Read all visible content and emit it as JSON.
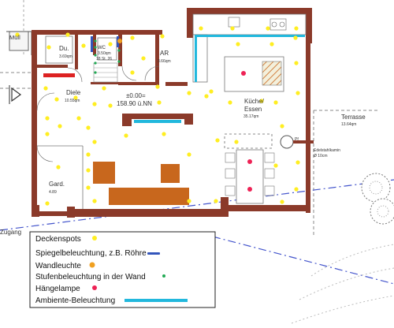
{
  "rooms": {
    "muell": "Müll",
    "du": "Du.",
    "du_area": "3.69qm",
    "wc": "WC",
    "wc_area": "3.50qm",
    "wc_sub": "18 St. 26",
    "ar": "AR",
    "ar_area": "3.66qm",
    "diele": "Diele",
    "diele_area": "10.55qm",
    "level_line1": "±0.00=",
    "level_line2": "158.90 ü.NN",
    "kueche_line1": "Küche/",
    "kueche_line2": "Essen",
    "kueche_area": "35.17qm",
    "terrasse": "Terrasse",
    "terrasse_area": "13.64qm",
    "gard": "Gard.",
    "gard_area": "4.89",
    "zugang": "Zugang",
    "pf": "Pf",
    "kamin_line1": "Edelstahlkamin",
    "kamin_line2": "Ø 10cm"
  },
  "legend": {
    "items": [
      {
        "label": "Deckenspots",
        "symbol": "dot",
        "color": "#ffee22"
      },
      {
        "label": "Spiegelbeleuchtung, z.B. Röhre",
        "symbol": "bar",
        "color": "#3355bb"
      },
      {
        "label": "Wandleuchte",
        "symbol": "dot",
        "color": "#f0a020"
      },
      {
        "label": "Stufenbeleuchtung in der Wand",
        "symbol": "dot",
        "color": "#22aa55"
      },
      {
        "label": "Hängelampe",
        "symbol": "dot",
        "color": "#ee2255"
      },
      {
        "label": "Ambiente-Beleuchtung",
        "symbol": "bar",
        "color": "#22b8dd"
      }
    ]
  },
  "colors": {
    "wall": "#8b3a2a",
    "wood": "#c8671d",
    "spot": "#ffee22",
    "pendant": "#ee2255",
    "ambient": "#22b8dd",
    "mirror": "#3355bb",
    "wall_lamp": "#f0a020",
    "step": "#22aa55",
    "hatch": "#e05050"
  }
}
